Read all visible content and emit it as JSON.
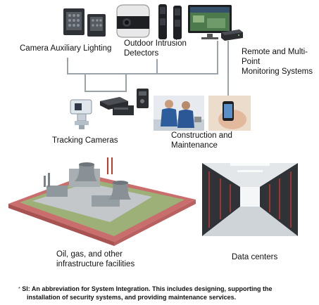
{
  "labels": {
    "lighting": "Camera Auxiliary Lighting",
    "intrusion_line1": "Outdoor Intrusion",
    "intrusion_line2": "Detectors",
    "remote_line1": "Remote and Multi-",
    "remote_line2": "Point",
    "remote_line3": "Monitoring Systems",
    "tracking": "Tracking Cameras",
    "construction_line1": "Construction and",
    "construction_line2": "Maintenance",
    "oilgas_line1": "Oil, gas, and other",
    "oilgas_line2": "infrastructure facilities",
    "datacenters": "Data centers"
  },
  "footnote": {
    "marker": "*",
    "line1": "SI: An abbreviation for System Integration. This includes designing, supporting the",
    "line2": "installation of security systems, and providing maintenance services."
  },
  "colors": {
    "connector": "#9aa3aa",
    "plant_base": "#d98585",
    "datacenter_rack": "#3a3d42"
  }
}
